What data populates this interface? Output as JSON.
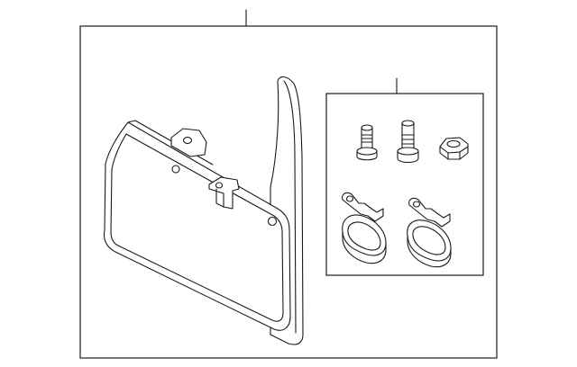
{
  "diagram": {
    "type": "exploded-parts-diagram",
    "line_color": "#1a1a1a",
    "background": "#ffffff",
    "components": [
      {
        "id": "mud-flap",
        "icon": "mud-flap-icon"
      },
      {
        "id": "hardware-kit",
        "icon": "hardware-kit-icon",
        "items": [
          "bolt-icon",
          "bolt-icon",
          "hex-nut-icon",
          "hose-clamp-icon",
          "hose-clamp-icon"
        ]
      }
    ]
  }
}
